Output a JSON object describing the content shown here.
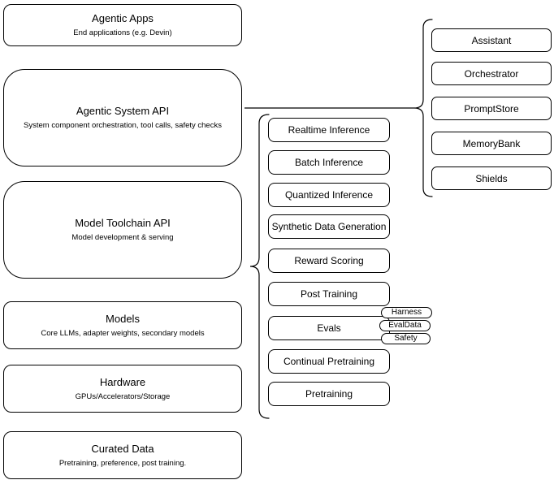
{
  "left_column": [
    {
      "title": "Agentic Apps",
      "subtitle": "End applications (e.g. Devin)"
    },
    {
      "title": "Agentic System API",
      "subtitle": "System component orchestration, tool calls, safety checks"
    },
    {
      "title": "Model Toolchain API",
      "subtitle": "Model development & serving"
    },
    {
      "title": "Models",
      "subtitle": "Core LLMs, adapter weights, secondary models"
    },
    {
      "title": "Hardware",
      "subtitle": "GPUs/Accelerators/Storage"
    },
    {
      "title": "Curated Data",
      "subtitle": "Pretraining, preference, post training."
    }
  ],
  "toolchain_nodes": [
    "Realtime Inference",
    "Batch Inference",
    "Quantized Inference",
    "Synthetic Data Generation",
    "Reward Scoring",
    "Post Training",
    "Evals",
    "Continual Pretraining",
    "Pretraining"
  ],
  "eval_tags": [
    "Harness",
    "EvalData",
    "Safety"
  ],
  "system_nodes": [
    "Assistant",
    "Orchestrator",
    "PromptStore",
    "MemoryBank",
    "Shields"
  ],
  "colors": {
    "stroke": "#000000",
    "fill": "#ffffff",
    "text": "#000000"
  }
}
